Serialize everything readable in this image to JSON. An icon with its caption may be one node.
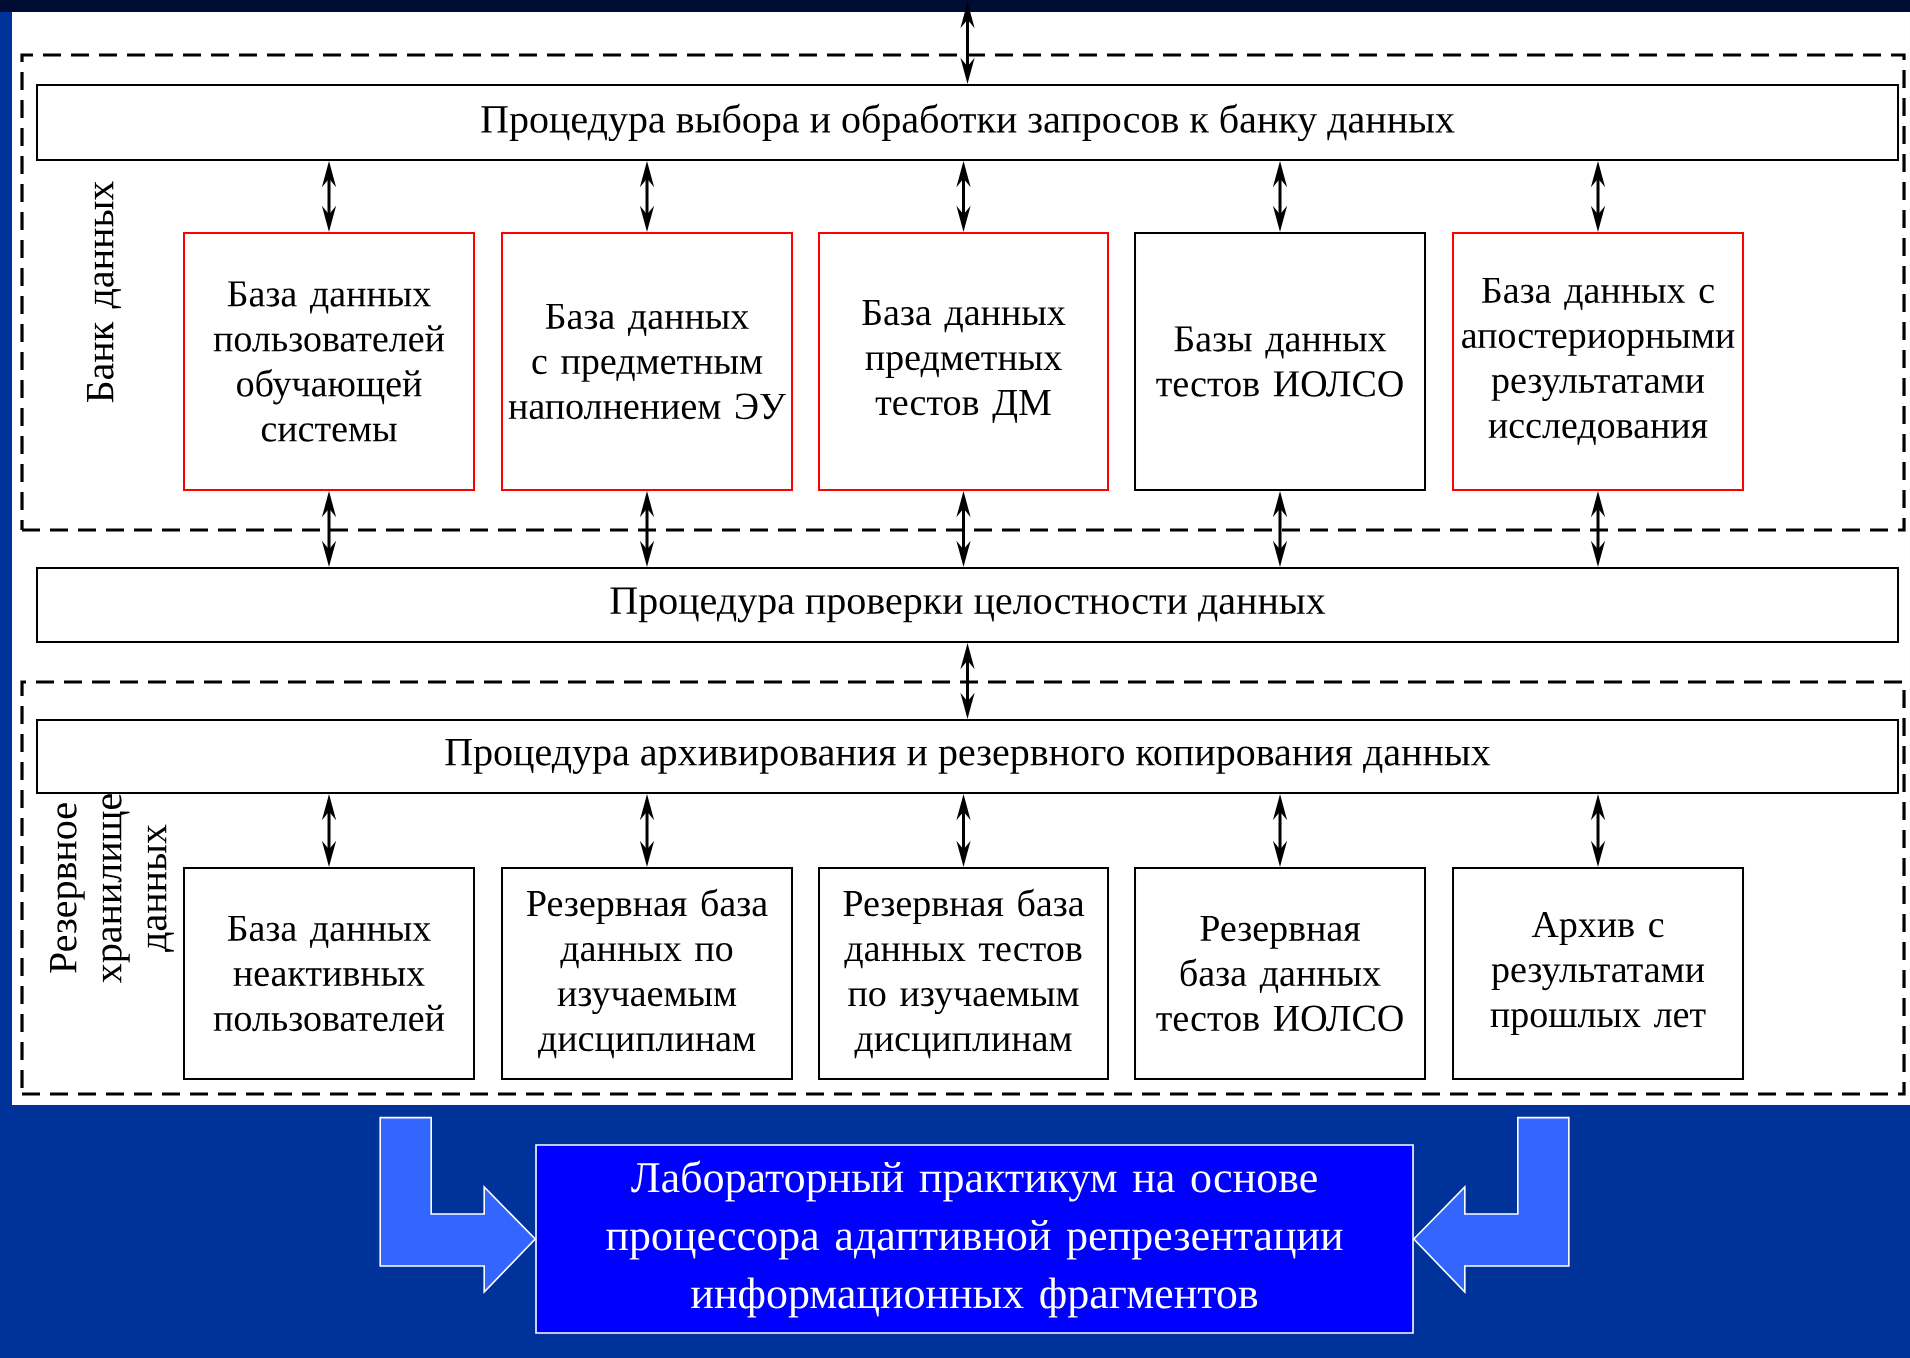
{
  "diagram": {
    "nodes": [
      {
        "text": [
          "Банк данных"
        ]
      },
      {
        "text": [
          "Процедура выбора и обработки запросов к банку данных"
        ],
        "in": 0
      },
      {
        "text": [
          "База данных пользователей обучающей системы"
        ],
        "in": 0
      },
      {
        "text": [
          "База данных с предметным наполнением ЭУ"
        ],
        "in": 0
      },
      {
        "text": [
          "База данных предметных тестов ДМ"
        ],
        "in": 0
      },
      {
        "text": [
          "Базы данных тестов ИОЛСО"
        ],
        "in": 0
      },
      {
        "text": [
          "База данных с апостериорными результатами исследования"
        ],
        "in": 0
      },
      {
        "text": [
          "Процедура проверки целостности данных"
        ]
      },
      {
        "text": [
          "Резервное хранилище данных"
        ]
      },
      {
        "text": [
          "Процедура архивирования и резервного копирования данных"
        ],
        "in": 8
      },
      {
        "text": [
          "База данных неактивных пользователей"
        ],
        "in": 8
      },
      {
        "text": [
          "Резервная база данных по изучаемым дисциплинам"
        ],
        "in": 8
      },
      {
        "text": [
          "Резервная база данных тестов по изучаемым дисциплинам"
        ],
        "in": 8
      },
      {
        "text": [
          "Резервная база данных тестов ИОЛСО"
        ],
        "in": 8
      },
      {
        "text": [
          "Архив с результатами прошлых лет"
        ],
        "in": 8
      },
      {
        "text": [
          "Лабораторный практикум на основе процессора адаптивной репрезентации информационных фрагментов"
        ]
      }
    ],
    "edges": [
      {
        "from": null,
        "to": 1,
        "arrow": "both"
      },
      {
        "from": 1,
        "to": 2,
        "arrow": "both"
      },
      {
        "from": 1,
        "to": 3,
        "arrow": "both"
      },
      {
        "from": 1,
        "to": 4,
        "arrow": "both"
      },
      {
        "from": 1,
        "to": 5,
        "arrow": "both"
      },
      {
        "from": 1,
        "to": 6,
        "arrow": "both"
      },
      {
        "from": 2,
        "to": 7,
        "arrow": "both"
      },
      {
        "from": 3,
        "to": 7,
        "arrow": "both"
      },
      {
        "from": 4,
        "to": 7,
        "arrow": "both"
      },
      {
        "from": 5,
        "to": 7,
        "arrow": "both"
      },
      {
        "from": 6,
        "to": 7,
        "arrow": "both"
      },
      {
        "from": 7,
        "to": 9,
        "arrow": "both"
      },
      {
        "from": 9,
        "to": 10,
        "arrow": "both"
      },
      {
        "from": 9,
        "to": 11,
        "arrow": "both"
      },
      {
        "from": 9,
        "to": 12,
        "arrow": "both"
      },
      {
        "from": 9,
        "to": 13,
        "arrow": "both"
      },
      {
        "from": 9,
        "to": 14,
        "arrow": "both"
      },
      {
        "from": 8,
        "to": 15,
        "arrow": "to",
        "style": "thick",
        "color": "#3366ff"
      },
      {
        "from": 8,
        "to": 15,
        "arrow": "to",
        "style": "thick",
        "color": "#3366ff"
      }
    ]
  }
}
